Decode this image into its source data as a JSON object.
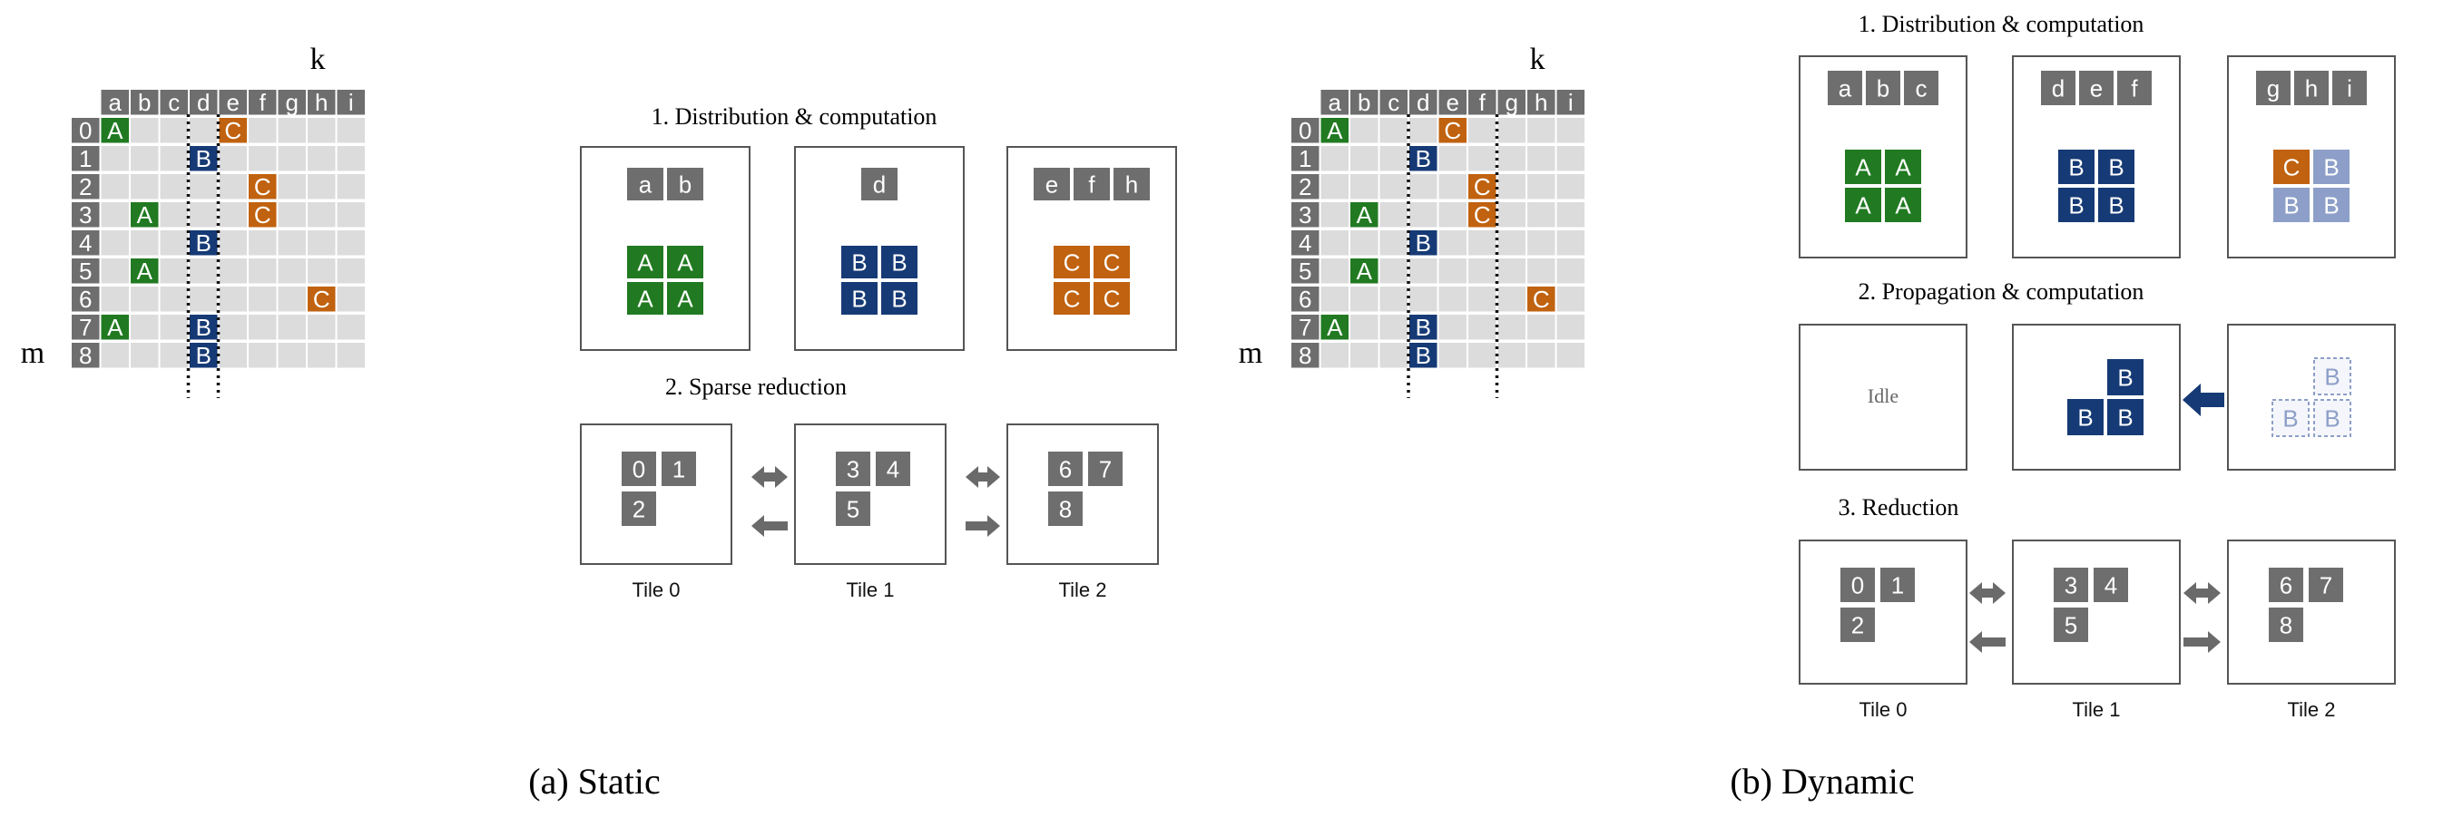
{
  "colors": {
    "grid_cell": "#dcdcdc",
    "header_cell": "#6e6e6e",
    "A": "#217a21",
    "B": "#163a75",
    "C": "#c0620f",
    "B_faded": "#8d9fc8",
    "panel_border": "#555555",
    "arrow": "#6a6a6a",
    "blue_arrow": "#163a75"
  },
  "matrix": {
    "k_label": "k",
    "m_label": "m",
    "columns": [
      "a",
      "b",
      "c",
      "d",
      "e",
      "f",
      "g",
      "h",
      "i"
    ],
    "rows": [
      "0",
      "1",
      "2",
      "3",
      "4",
      "5",
      "6",
      "7",
      "8"
    ],
    "entries": [
      {
        "row": 0,
        "col": 0,
        "label": "A"
      },
      {
        "row": 0,
        "col": 4,
        "label": "C"
      },
      {
        "row": 1,
        "col": 3,
        "label": "B"
      },
      {
        "row": 2,
        "col": 5,
        "label": "C"
      },
      {
        "row": 3,
        "col": 1,
        "label": "A"
      },
      {
        "row": 3,
        "col": 5,
        "label": "C"
      },
      {
        "row": 4,
        "col": 3,
        "label": "B"
      },
      {
        "row": 5,
        "col": 1,
        "label": "A"
      },
      {
        "row": 6,
        "col": 7,
        "label": "C"
      },
      {
        "row": 7,
        "col": 0,
        "label": "A"
      },
      {
        "row": 7,
        "col": 3,
        "label": "B"
      },
      {
        "row": 8,
        "col": 3,
        "label": "B"
      }
    ]
  },
  "static": {
    "caption": "(a) Static",
    "step1_title": "1. Distribution & computation",
    "step2_title": "2. Sparse reduction",
    "tiles": [
      {
        "headers": [
          "a",
          "b"
        ],
        "fill": "A"
      },
      {
        "headers": [
          "d"
        ],
        "fill": "B"
      },
      {
        "headers": [
          "e",
          "f",
          "h"
        ],
        "fill": "C"
      }
    ],
    "reduction": [
      {
        "nums": [
          "0",
          "1",
          "2"
        ],
        "label": "Tile 0"
      },
      {
        "nums": [
          "3",
          "4",
          "5"
        ],
        "label": "Tile 1"
      },
      {
        "nums": [
          "6",
          "7",
          "8"
        ],
        "label": "Tile 2"
      }
    ]
  },
  "dynamic": {
    "caption": "(b) Dynamic",
    "step1_title": "1. Distribution & computation",
    "step2_title": "2. Propagation & computation",
    "step3_title": "3. Reduction",
    "tiles": [
      {
        "headers": [
          "a",
          "b",
          "c"
        ],
        "fill": "A"
      },
      {
        "headers": [
          "d",
          "e",
          "f"
        ],
        "fill": "B"
      },
      {
        "headers": [
          "g",
          "h",
          "i"
        ],
        "fill": "mixed"
      }
    ],
    "idle_label": "Idle",
    "reduction": [
      {
        "nums": [
          "0",
          "1",
          "2"
        ],
        "label": "Tile 0"
      },
      {
        "nums": [
          "3",
          "4",
          "5"
        ],
        "label": "Tile 1"
      },
      {
        "nums": [
          "6",
          "7",
          "8"
        ],
        "label": "Tile 2"
      }
    ]
  }
}
